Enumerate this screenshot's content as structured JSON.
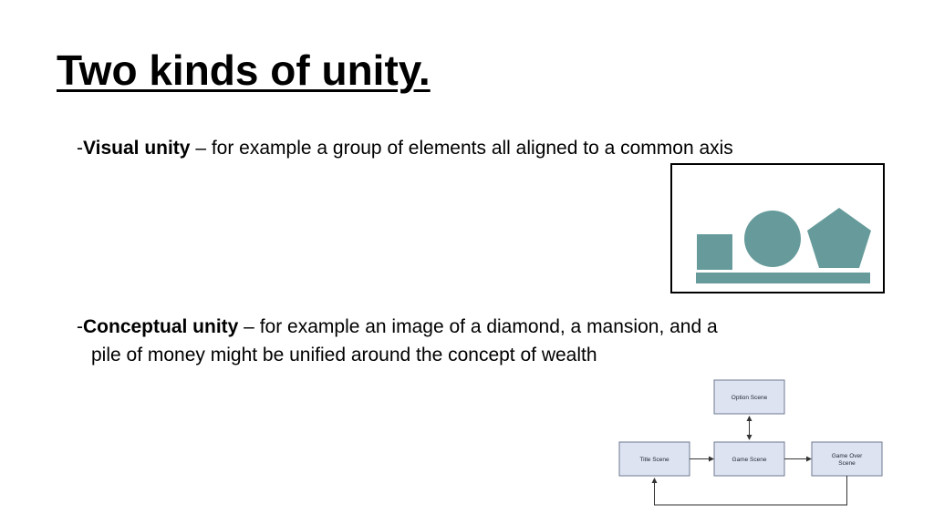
{
  "title": "Two kinds of unity.",
  "bullets": [
    {
      "dash": "-",
      "term": "Visual unity",
      "text": " – for example a group of elements all aligned to a common axis"
    },
    {
      "dash": "-",
      "term": "Conceptual unity",
      "text": " – for example an image of a diamond, a mansion, and a",
      "continuation": "pile of money might be unified around the concept of wealth"
    }
  ],
  "visual_figure": {
    "shapes": [
      "square-icon",
      "circle-icon",
      "pentagon-icon",
      "baseline-bar"
    ],
    "color": "#679b9b"
  },
  "flow_diagram": {
    "nodes": {
      "option": "Option Scene",
      "title": "Title Scene",
      "game": "Game Scene",
      "gameover_line1": "Game Over",
      "gameover_line2": "Scene"
    },
    "colors": {
      "box_fill": "#dde3f1",
      "box_border": "#6e7a91",
      "arrow": "#333333"
    }
  }
}
